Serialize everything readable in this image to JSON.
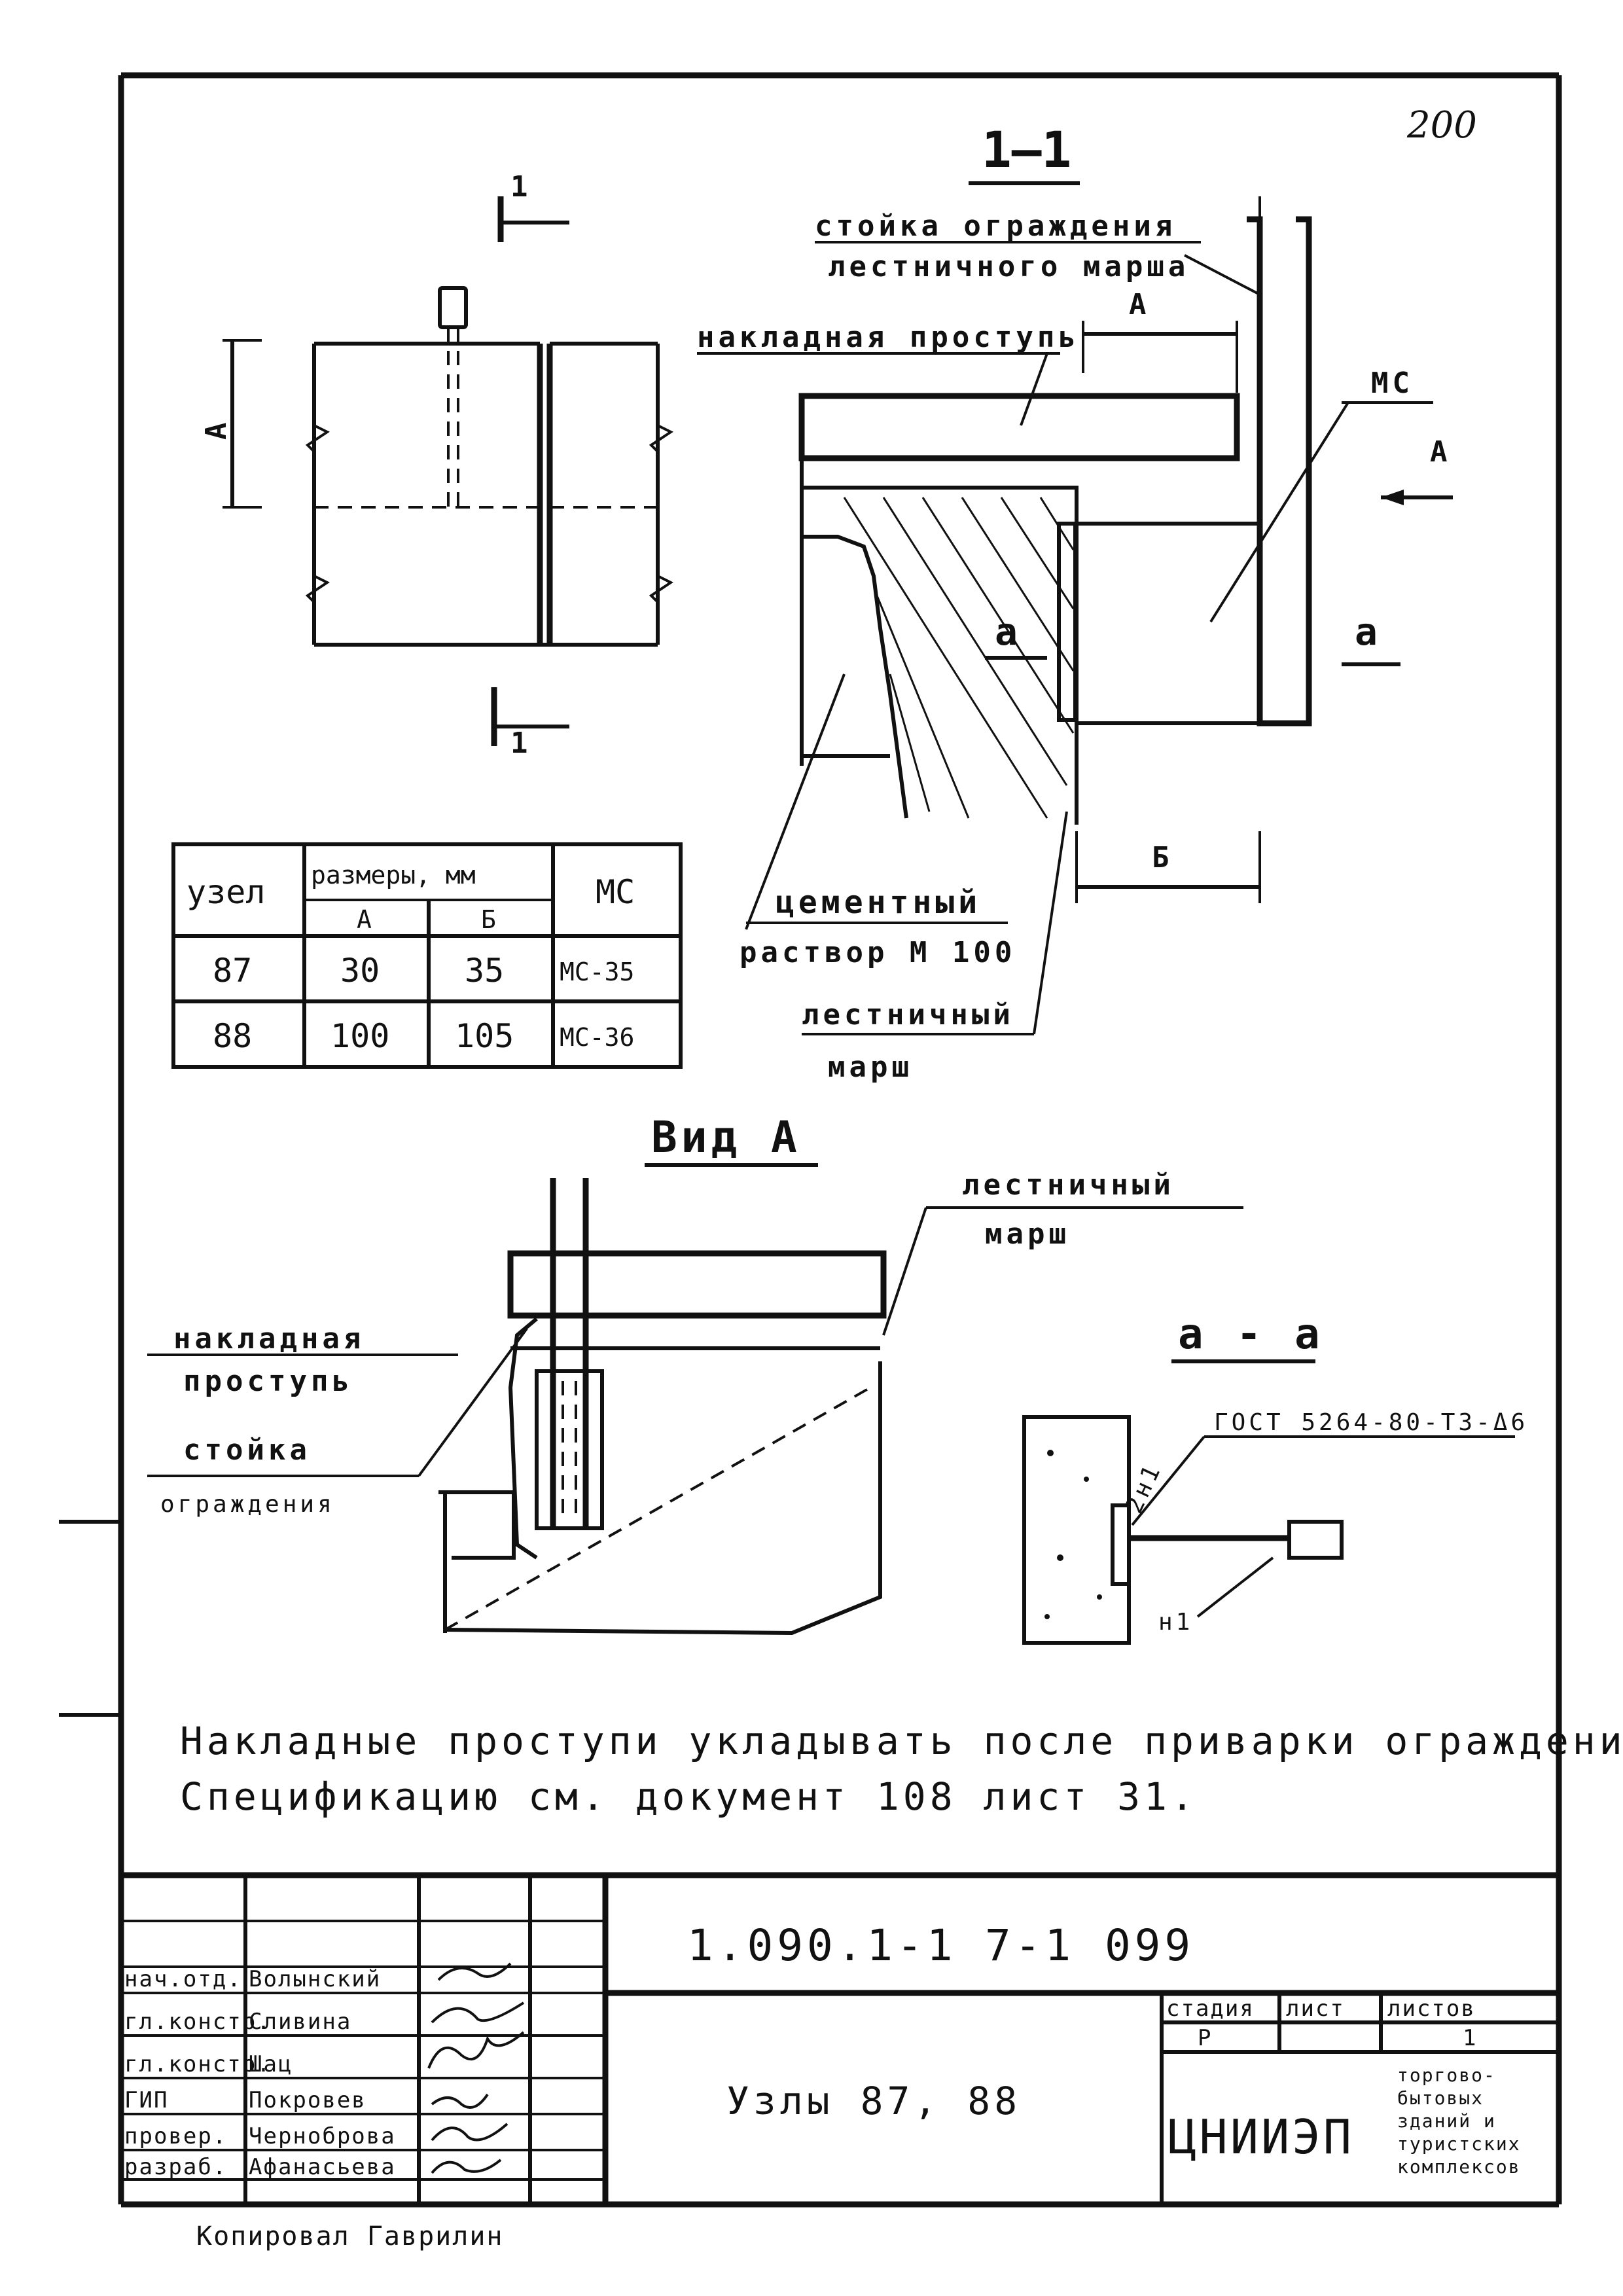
{
  "sheet_number": "200",
  "section": {
    "title": "1–1",
    "cut_mark": "1",
    "labels": {
      "post_line1": "стойка ограждения",
      "post_line2": "лестничного марша",
      "tread": "накладная проступь",
      "dim_a": "А",
      "dim_b": "Б",
      "mc": "МС",
      "view_arrow": "А",
      "cut_left": "а",
      "cut_right": "а",
      "mortar_line1": "цементный",
      "mortar_line2": "раствор М 100",
      "flight_line1": "лестничный",
      "flight_line2": "марш"
    }
  },
  "plan": {
    "dim_label": "А",
    "cut_top": "1",
    "cut_bottom": "1"
  },
  "table": {
    "headers": {
      "node": "узел",
      "sizes": "размеры, мм",
      "col_a": "А",
      "col_b": "Б",
      "mc": "МС"
    },
    "rows": [
      {
        "node": "87",
        "a": "30",
        "b": "35",
        "mc": "МС-35"
      },
      {
        "node": "88",
        "a": "100",
        "b": "105",
        "mc": "МС-36"
      }
    ]
  },
  "view_a": {
    "title": "Вид А",
    "flight_line1": "лестничный",
    "flight_line2": "марш",
    "tread_line1": "накладная",
    "tread_line2": "проступь",
    "post_line1": "стойка",
    "post_line2": "ограждения"
  },
  "section_aa": {
    "title": "а - а",
    "gost": "ГОСТ 5264-80-Т3-Δ6",
    "weld_top": "2н1",
    "weld_bottom": "н1"
  },
  "notes": {
    "line1": "Накладные проступи укладывать после приварки ограждения.",
    "line2": "Спецификацию см. документ 108 лист 31."
  },
  "title_block": {
    "doc_code": "1.090.1-1",
    "doc_number": "7-1 099",
    "drawing_title": "Узлы 87, 88",
    "stage_label": "стадия",
    "sheet_label": "лист",
    "sheets_label": "листов",
    "stage": "Р",
    "sheet": "",
    "sheets": "1",
    "org": "ЦНИИЭП",
    "org_sub": [
      "торгово-",
      "бытовых",
      "зданий и",
      "туристских",
      "комплексов"
    ],
    "roles": [
      {
        "role": "нач.отд.",
        "name": "Волынский"
      },
      {
        "role": "гл.констр.",
        "name": "Сливина"
      },
      {
        "role": "гл.констр.",
        "name": "Шац"
      },
      {
        "role": "ГИП",
        "name": "Покровев"
      },
      {
        "role": "провер.",
        "name": "Черноброва"
      },
      {
        "role": "разраб.",
        "name": "Афанасьева"
      }
    ],
    "copied_by": "Копировал Гаврилин"
  }
}
